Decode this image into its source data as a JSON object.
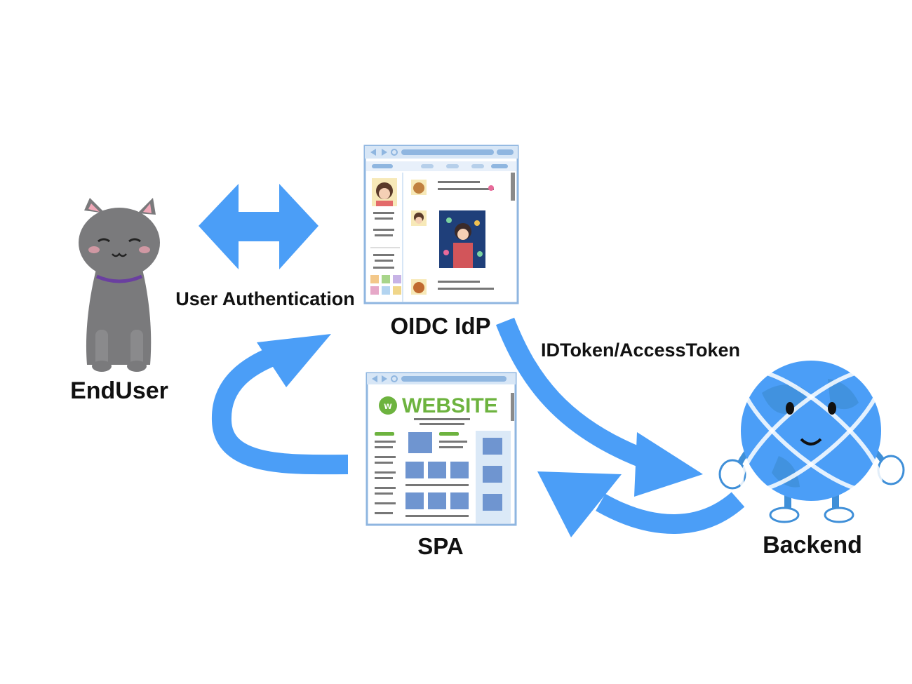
{
  "nodes": {
    "enduser": {
      "label": "EndUser"
    },
    "idp": {
      "label": "OIDC IdP"
    },
    "spa": {
      "label": "SPA",
      "site_name": "WEBSITE"
    },
    "backend": {
      "label": "Backend"
    }
  },
  "edges": {
    "user_auth": {
      "label": "User Authentication"
    },
    "token": {
      "label": "IDToken/AccessToken"
    }
  },
  "colors": {
    "arrow": "#4b9ef7",
    "browser_frame": "#8fb6e0",
    "browser_bar": "#d7e6f6",
    "website_green": "#6db33f",
    "globe": "#3f8fd8",
    "cat": "#7a7a7c"
  }
}
